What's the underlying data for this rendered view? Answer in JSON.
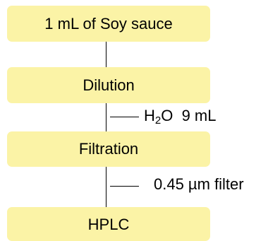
{
  "steps": [
    {
      "label": "1 mL of Soy sauce"
    },
    {
      "label": "Dilution"
    },
    {
      "label": "Filtration"
    },
    {
      "label": "HPLC"
    }
  ],
  "annotations": [
    {
      "main": "H",
      "sub": "2",
      "rest": "O  9 mL"
    },
    {
      "text": "0.45 µm filter"
    }
  ],
  "colors": {
    "box_fill": "#fbf3a6",
    "line": "#000000",
    "text": "#000000"
  }
}
